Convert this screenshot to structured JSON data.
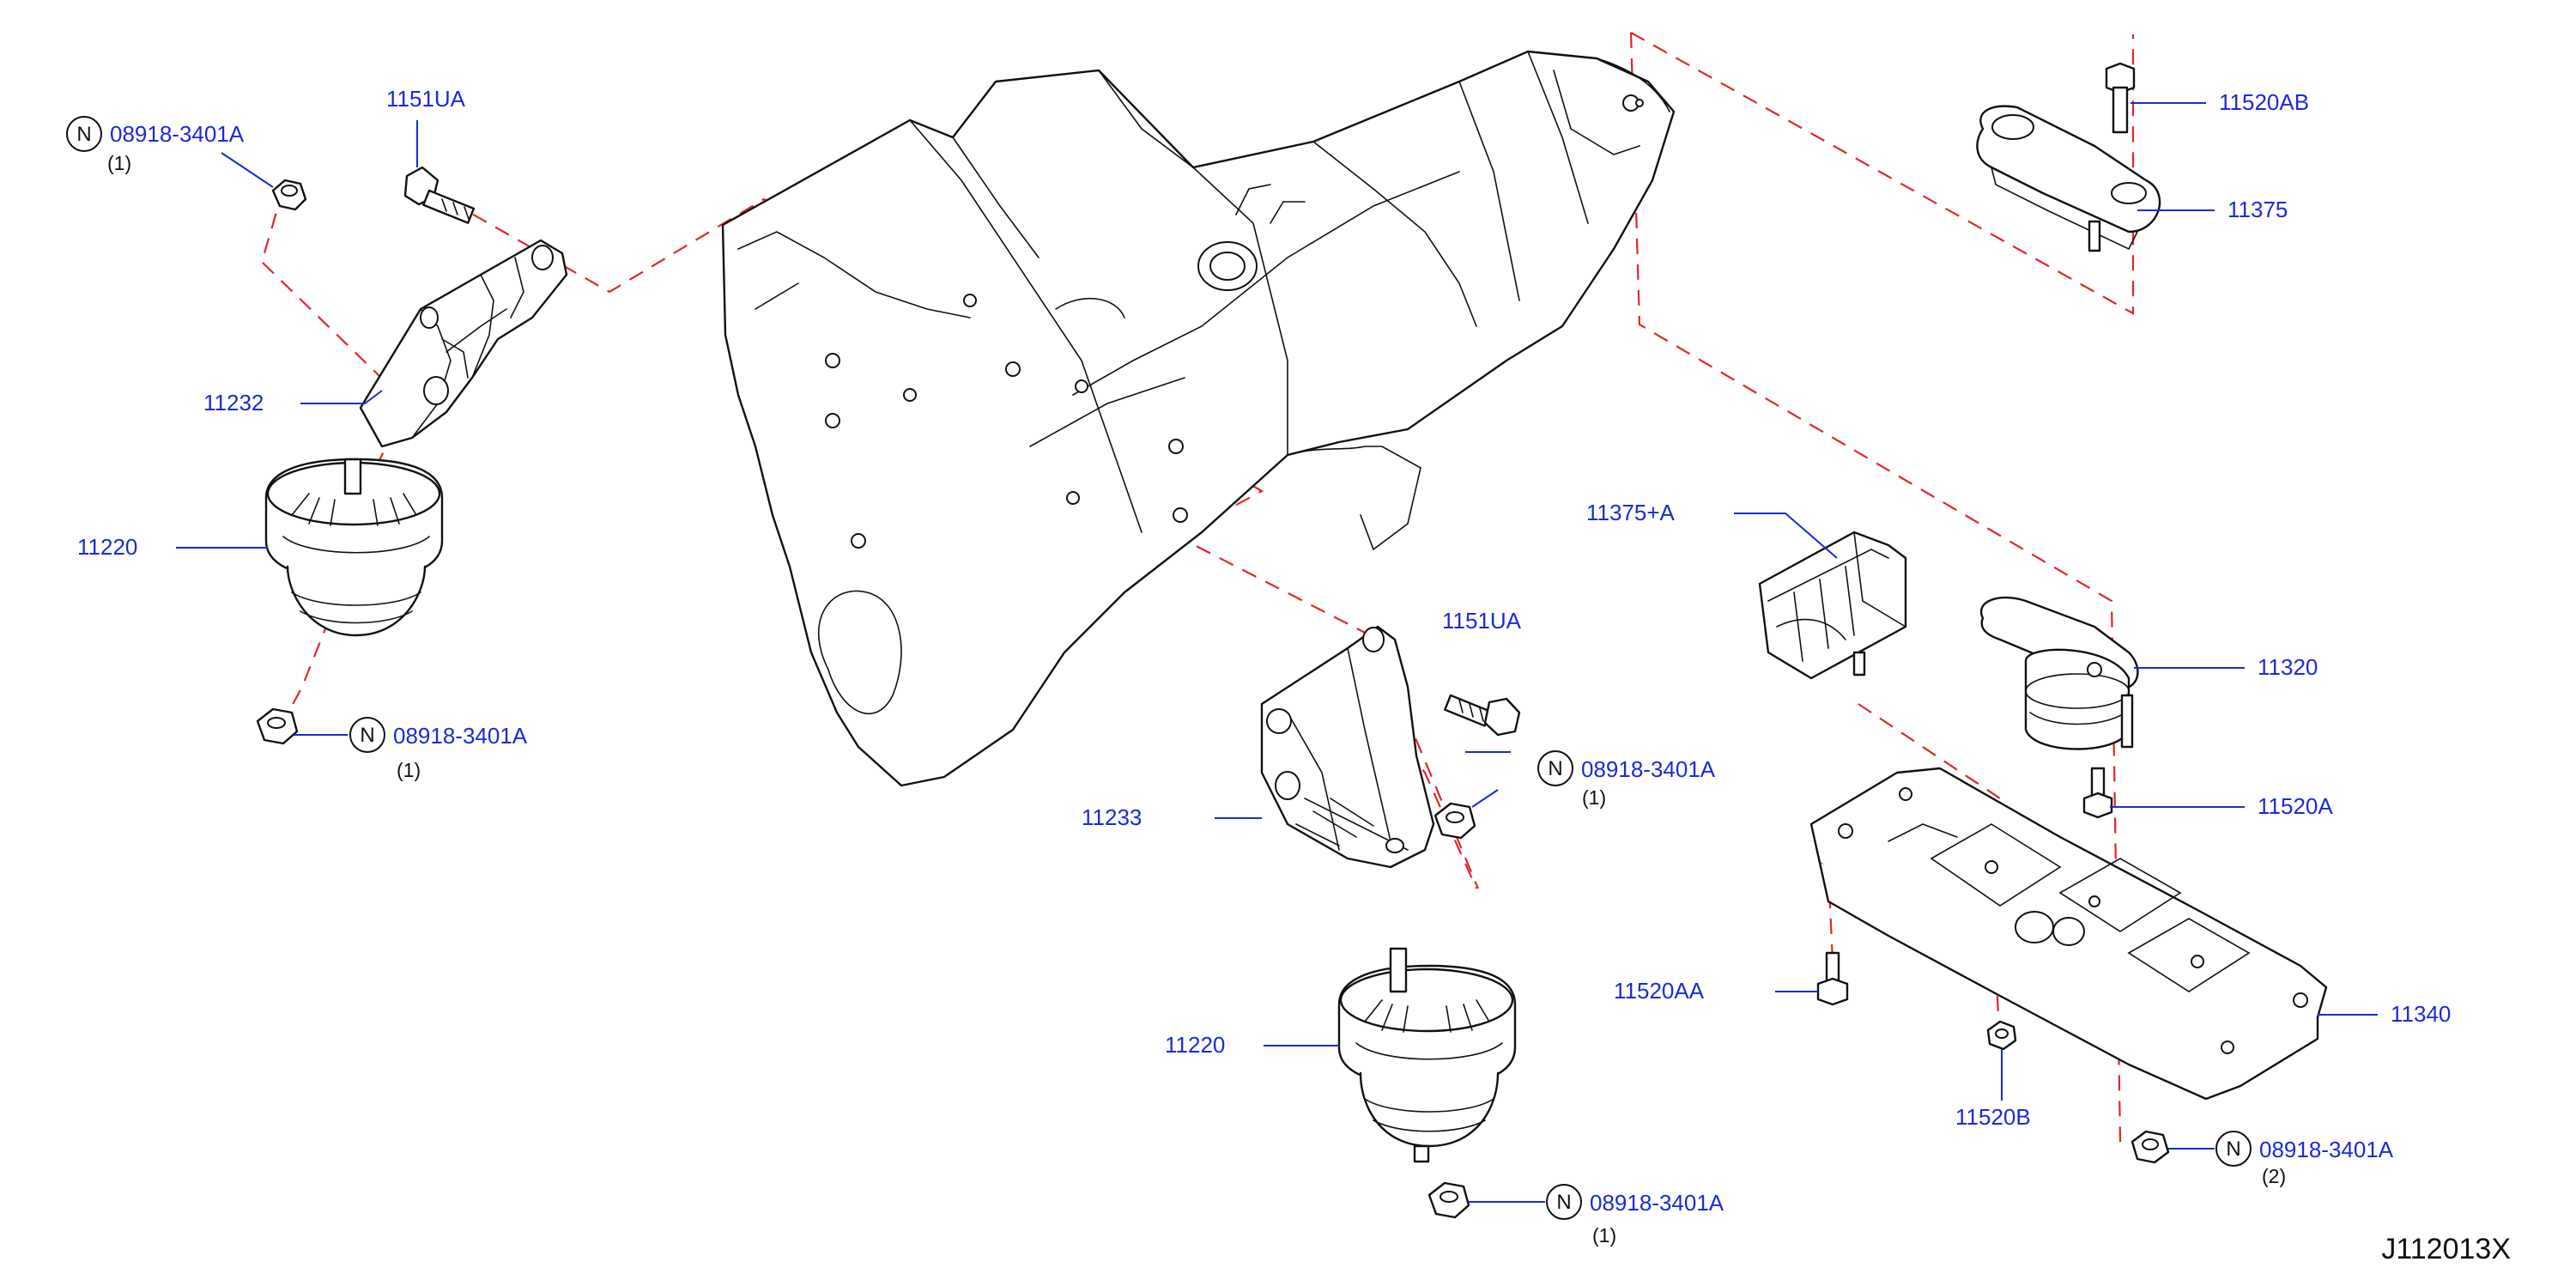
{
  "diagram_id": "J112013X",
  "notes": {
    "letter": "N"
  },
  "callouts": {
    "nut_top_left": {
      "part": "08918-3401A",
      "qty": "(1)"
    },
    "bolt_top_left": {
      "part": "1151UA"
    },
    "bracket_left": {
      "part": "11232"
    },
    "insulator_left": {
      "part": "11220"
    },
    "nut_left_lower": {
      "part": "08918-3401A",
      "qty": "(1)"
    },
    "bolt_top_right": {
      "part": "11520AB"
    },
    "bracket_top_right": {
      "part": "11375"
    },
    "damper_right": {
      "part": "11375+A"
    },
    "insulator_rear": {
      "part": "11320"
    },
    "bolt_rear_a": {
      "part": "11520A"
    },
    "bolt_center": {
      "part": "1151UA"
    },
    "nut_center": {
      "part": "08918-3401A",
      "qty": "(1)"
    },
    "bracket_center": {
      "part": "11233"
    },
    "insulator_center": {
      "part": "11220"
    },
    "nut_center_lower": {
      "part": "08918-3401A",
      "qty": "(1)"
    },
    "bolt_member_aa": {
      "part": "11520AA"
    },
    "nut_member_b": {
      "part": "11520B"
    },
    "member_rear": {
      "part": "11340"
    },
    "nut_member_right": {
      "part": "08918-3401A",
      "qty": "(2)"
    }
  },
  "colors": {
    "callout": "#1a2bd6",
    "phantom_line": "#e0262b",
    "line_art": "#111111"
  }
}
